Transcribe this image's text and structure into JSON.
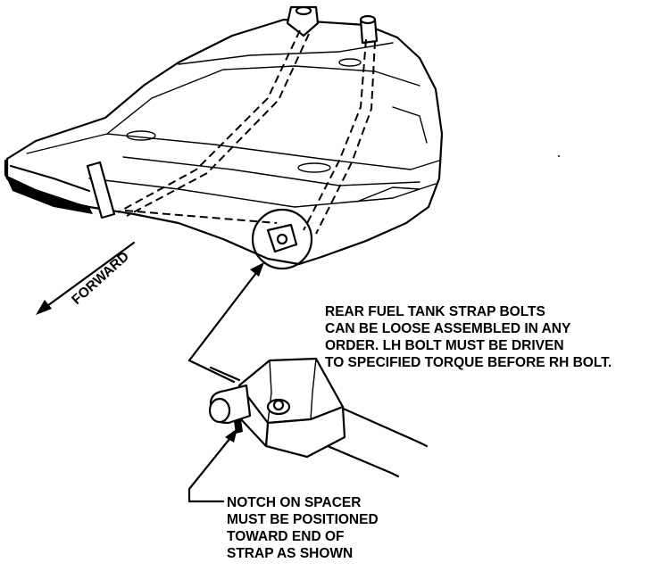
{
  "forward_label": "FORWARD",
  "note_bolts": [
    "REAR FUEL TANK STRAP BOLTS",
    "CAN BE LOOSE ASSEMBLED IN ANY",
    "ORDER. LH BOLT MUST BE DRIVEN",
    "TO SPECIFIED TORQUE BEFORE RH BOLT."
  ],
  "note_notch": [
    "NOTCH ON SPACER",
    "MUST BE POSITIONED",
    "TOWARD END OF",
    "STRAP AS SHOWN"
  ]
}
